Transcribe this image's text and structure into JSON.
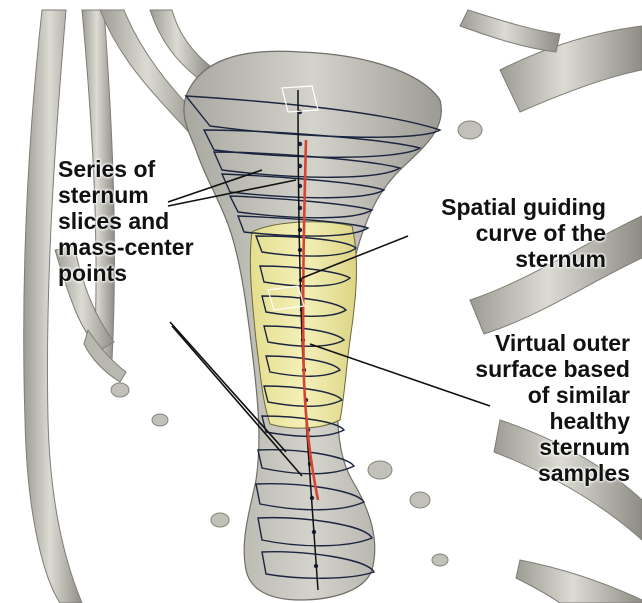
{
  "annotations": {
    "slices": [
      "Series of",
      "sternum",
      "slices and",
      "mass-center",
      "points"
    ],
    "guiding_curve": [
      "Spatial guiding",
      "curve of the",
      "sternum"
    ],
    "virtual_surface": [
      "Virtual outer",
      "surface based",
      "of similar",
      "healthy",
      "sternum",
      "samples"
    ]
  },
  "colors": {
    "bone": "#c9c8c0",
    "bone_shadow": "#8f8e86",
    "implant_surface": "#efeaa8",
    "guiding_curve": "#d9432f",
    "slice_lines": "#1b2540",
    "background": "#ffffff"
  }
}
